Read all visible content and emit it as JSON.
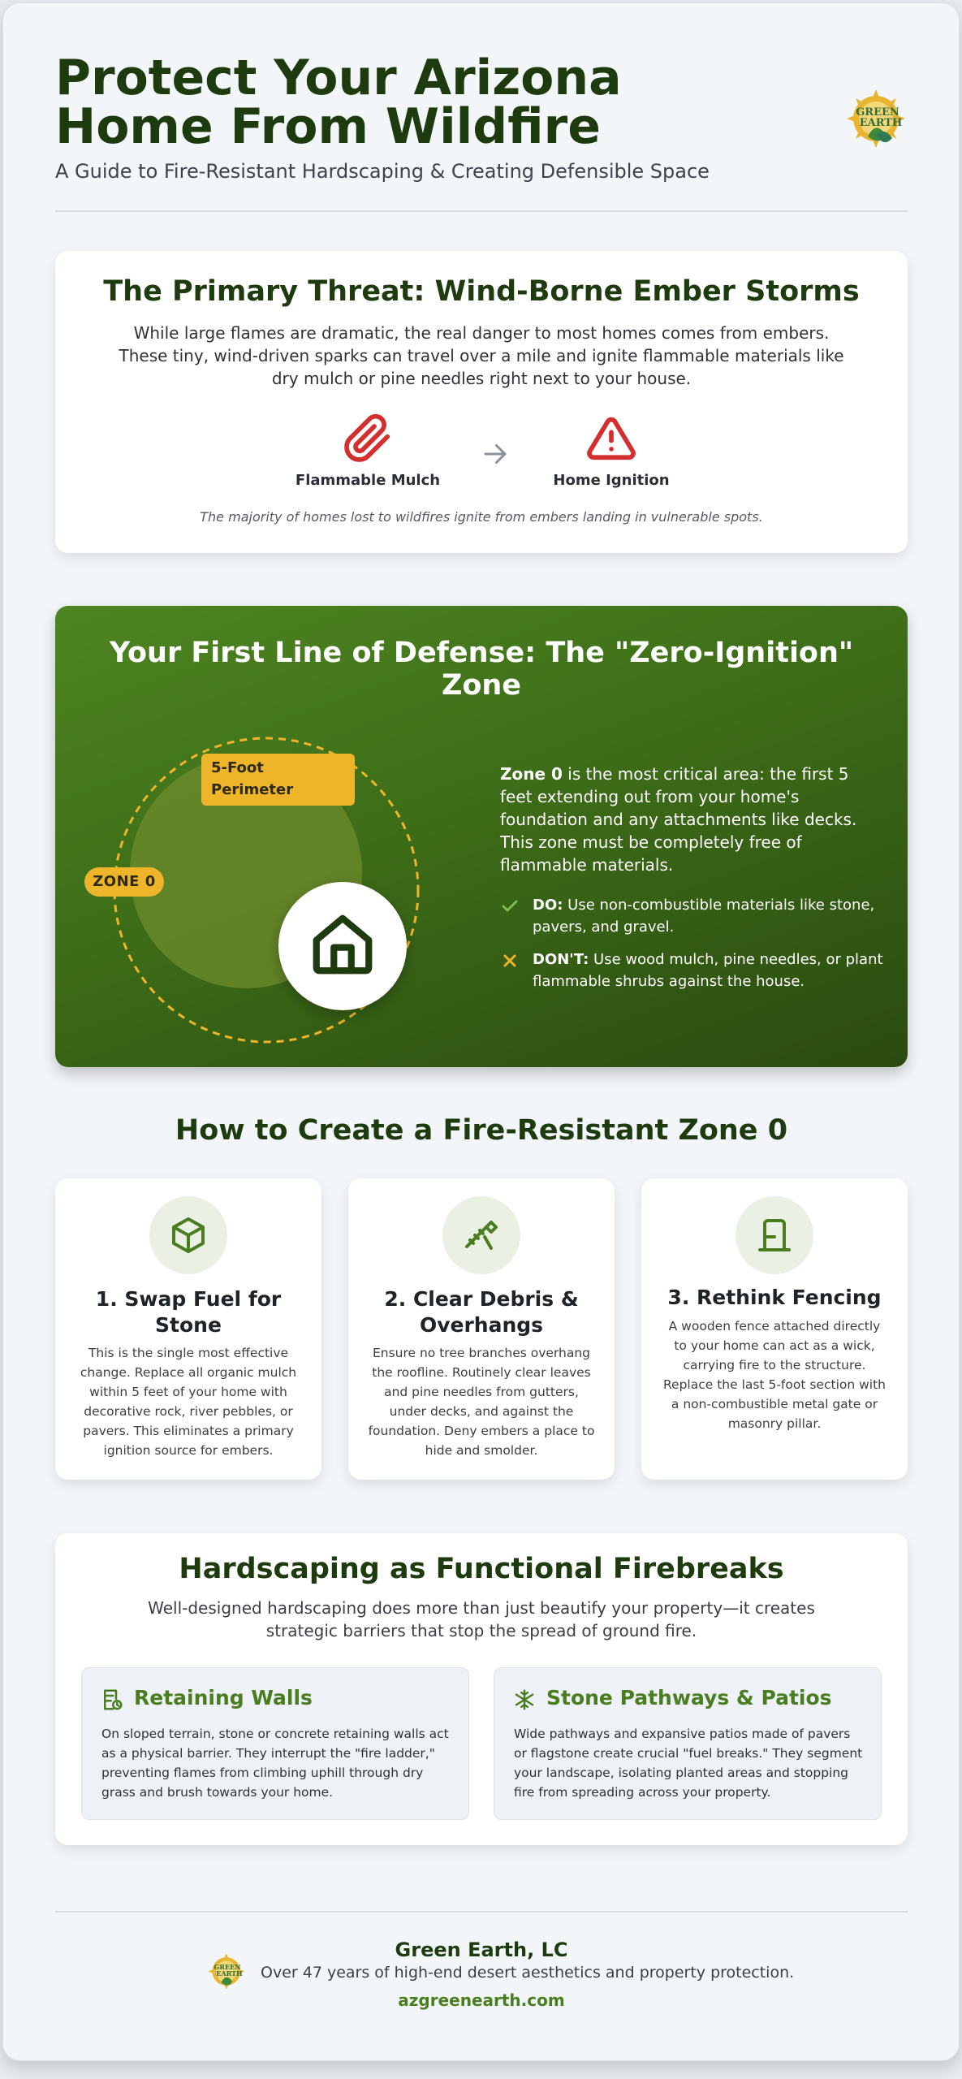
{
  "header": {
    "title": "Protect Your Arizona Home From Wildfire",
    "subtitle": "A Guide to Fire-Resistant Hardscaping & Creating Defensible Space",
    "logo_text_line1": "GREEN",
    "logo_text_line2": "EARTH"
  },
  "threat": {
    "title": "The Primary Threat: Wind-Borne Ember Storms",
    "body": "While large flames are dramatic, the real danger to most homes comes from embers. These tiny, wind-driven sparks can travel over a mile and ignite flammable materials like dry mulch or pine needles right next to your house.",
    "item1_label": "Flammable Mulch",
    "item1_icon": "paperclip-icon",
    "item2_label": "Home Ignition",
    "item2_icon": "warning-triangle-icon",
    "note": "The majority of homes lost to wildfires ignite from embers landing in vulnerable spots.",
    "accent_color": "#d32f2f"
  },
  "zone": {
    "title": "Your First Line of Defense: The \"Zero-Ignition\" Zone",
    "perimeter_tag": "5-Foot Perimeter",
    "zone_tag": "ZONE 0",
    "intro_bold": "Zone 0",
    "intro_rest": " is the most critical area: the first 5 feet extending out from your home's foundation and any attachments like decks. This zone must be completely free of flammable materials.",
    "do_label": "DO:",
    "do_text": " Use non-combustible materials like stone, pavers, and gravel.",
    "dont_label": "DON'T:",
    "dont_text": " Use wood mulch, pine needles, or plant flammable shrubs against the house.",
    "tag_color": "#efb52a",
    "do_color": "#7cc04b",
    "dont_color": "#efb52a"
  },
  "steps": {
    "title": "How to Create a Fire-Resistant Zone 0",
    "items": [
      {
        "title": "1. Swap Fuel for Stone",
        "body": "This is the single most effective change. Replace all organic mulch within 5 feet of your home with decorative rock, river pebbles, or pavers. This eliminates a primary ignition source for embers.",
        "icon": "cube-icon"
      },
      {
        "title": "2. Clear Debris & Overhangs",
        "body": "Ensure no tree branches overhang the roofline. Routinely clear leaves and pine needles from gutters, under decks, and against the foundation. Deny embers a place to hide and smolder.",
        "icon": "pruning-saw-icon"
      },
      {
        "title": "3. Rethink Fencing",
        "body": "A wooden fence attached directly to your home can act as a wick, carrying fire to the structure. Replace the last 5-foot section with a non-combustible metal gate or masonry pillar.",
        "icon": "gate-icon"
      }
    ]
  },
  "firebreaks": {
    "title": "Hardscaping as Functional Firebreaks",
    "body": "Well-designed hardscaping does more than just beautify your property—it creates strategic barriers that stop the spread of ground fire.",
    "cards": [
      {
        "title": "Retaining Walls",
        "body": "On sloped terrain, stone or concrete retaining walls act as a physical barrier. They interrupt the \"fire ladder,\" preventing flames from climbing uphill through dry grass and brush towards your home.",
        "icon": "wall-clock-icon"
      },
      {
        "title": "Stone Pathways & Patios",
        "body": "Wide pathways and expansive patios made of pavers or flagstone create crucial \"fuel breaks.\" They segment your landscape, isolating planted areas and stopping fire from spreading across your property.",
        "icon": "path-snowflake-icon"
      }
    ]
  },
  "footer": {
    "company": "Green Earth, LC",
    "description": "Over 47 years of high-end desert aesthetics and property protection.",
    "url": "azgreenearth.com"
  },
  "colors": {
    "heading": "#1d3b0e",
    "accent_green": "#4a7d1f",
    "page_bg": "#f3f6f9"
  }
}
